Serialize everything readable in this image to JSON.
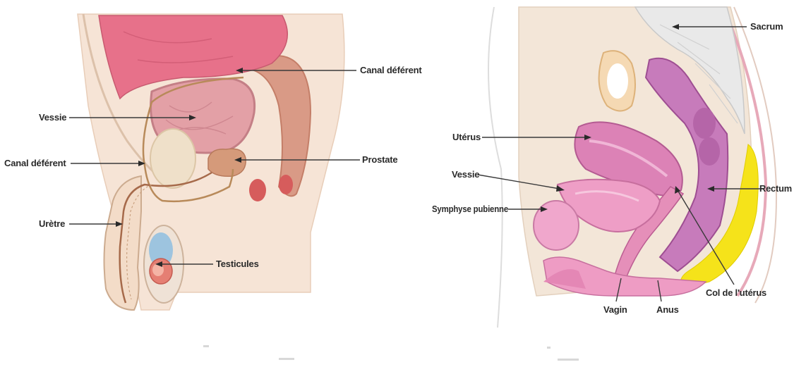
{
  "male_panel": {
    "labels": {
      "canal_deferent_top": "Canal déférent",
      "vessie": "Vessie",
      "canal_deferent_left": "Canal déférent",
      "prostate": "Prostate",
      "uretre": "Urètre",
      "testicules": "Testicules"
    }
  },
  "female_panel": {
    "labels": {
      "sacrum": "Sacrum",
      "uterus": "Utérus",
      "vessie": "Vessie",
      "rectum": "Rectum",
      "symphyse_pubienne": "Symphyse pubienne",
      "col_uterus": "Col de l'utérus",
      "vagin": "Vagin",
      "anus": "Anus"
    }
  }
}
